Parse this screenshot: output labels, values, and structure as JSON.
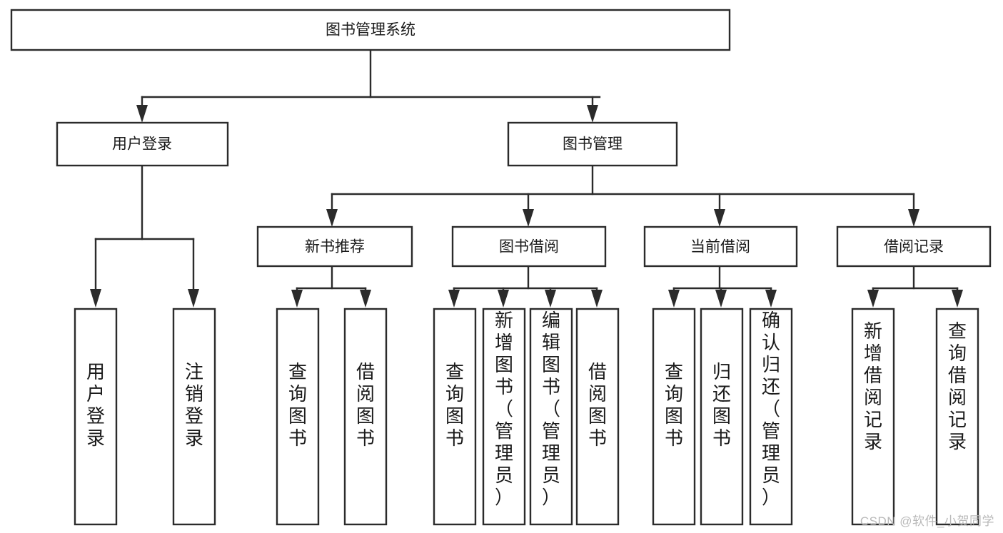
{
  "diagram": {
    "type": "tree-hierarchy-chart",
    "title": "图书管理系统",
    "watermark": "CSDN @软件_小贺同学",
    "colors": {
      "stroke": "#2b2b2b",
      "fill": "#ffffff",
      "text": "#1a1a1a",
      "watermark": "#b9b9b9"
    },
    "levels": {
      "level0": [
        {
          "id": "root",
          "label": "图书管理系统",
          "orientation": "horizontal"
        }
      ],
      "level1": [
        {
          "id": "user-login",
          "label": "用户登录",
          "orientation": "horizontal",
          "parent": "root"
        },
        {
          "id": "book-manage",
          "label": "图书管理",
          "orientation": "horizontal",
          "parent": "root"
        }
      ],
      "level2": [
        {
          "id": "new-book-recommend",
          "label": "新书推荐",
          "orientation": "horizontal",
          "parent": "book-manage"
        },
        {
          "id": "book-borrow",
          "label": "图书借阅",
          "orientation": "horizontal",
          "parent": "book-manage"
        },
        {
          "id": "current-borrow",
          "label": "当前借阅",
          "orientation": "horizontal",
          "parent": "book-manage"
        },
        {
          "id": "borrow-record",
          "label": "借阅记录",
          "orientation": "horizontal",
          "parent": "book-manage"
        }
      ],
      "level3": [
        {
          "id": "leaf-user-login",
          "label": "用户登录",
          "orientation": "vertical",
          "parent": "user-login"
        },
        {
          "id": "leaf-user-logout",
          "label": "注销登录",
          "orientation": "vertical",
          "parent": "user-login"
        },
        {
          "id": "leaf-query-book-1",
          "label": "查询图书",
          "orientation": "vertical",
          "parent": "new-book-recommend"
        },
        {
          "id": "leaf-borrow-book-1",
          "label": "借阅图书",
          "orientation": "vertical",
          "parent": "new-book-recommend"
        },
        {
          "id": "leaf-query-book-2",
          "label": "查询图书",
          "orientation": "vertical",
          "parent": "book-borrow"
        },
        {
          "id": "leaf-add-book",
          "label": "新增图书（管理员）",
          "orientation": "vertical",
          "parent": "book-borrow"
        },
        {
          "id": "leaf-edit-book",
          "label": "编辑图书（管理员）",
          "orientation": "vertical",
          "parent": "book-borrow"
        },
        {
          "id": "leaf-borrow-book-2",
          "label": "借阅图书",
          "orientation": "vertical",
          "parent": "book-borrow"
        },
        {
          "id": "leaf-query-book-3",
          "label": "查询图书",
          "orientation": "vertical",
          "parent": "current-borrow"
        },
        {
          "id": "leaf-return-book",
          "label": "归还图书",
          "orientation": "vertical",
          "parent": "current-borrow"
        },
        {
          "id": "leaf-confirm-return",
          "label": "确认归还（管理员）",
          "orientation": "vertical",
          "parent": "current-borrow"
        },
        {
          "id": "leaf-add-record",
          "label": "新增借阅记录",
          "orientation": "vertical",
          "parent": "borrow-record"
        },
        {
          "id": "leaf-query-record",
          "label": "查询借阅记录",
          "orientation": "vertical",
          "parent": "borrow-record"
        }
      ]
    }
  }
}
